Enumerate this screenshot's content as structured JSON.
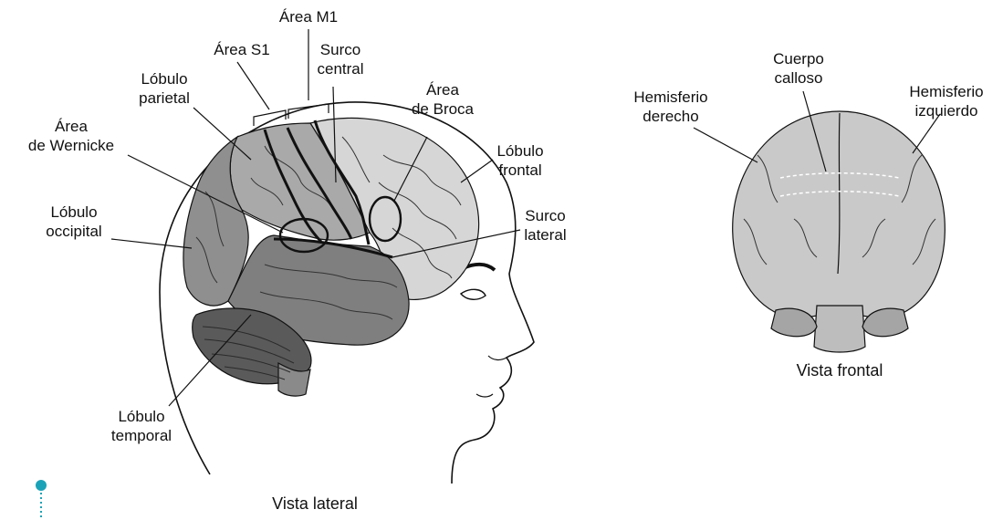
{
  "colors": {
    "frontal": "#d6d6d6",
    "parietal": "#a9a9a9",
    "occipital": "#8f8f8f",
    "temporal": "#7f7f7f",
    "cerebellum": "#5a5a5a",
    "outline": "#111111",
    "frontal_view": "#c9c9c9",
    "marker": "#1aa3b8"
  },
  "lateral_view": {
    "caption": "Vista lateral",
    "labels": {
      "area_m1": "Área M1",
      "area_s1": "Área S1",
      "surco_central": [
        "Surco",
        "central"
      ],
      "lobulo_parietal": [
        "Lóbulo",
        "parietal"
      ],
      "area_wernicke": [
        "Área",
        "de Wernicke"
      ],
      "area_broca": [
        "Área",
        "de Broca"
      ],
      "lobulo_frontal": [
        "Lóbulo",
        "frontal"
      ],
      "lobulo_occipital": [
        "Lóbulo",
        "occipital"
      ],
      "surco_lateral": [
        "Surco",
        "lateral"
      ],
      "lobulo_temporal": [
        "Lóbulo",
        "temporal"
      ]
    }
  },
  "frontal_view": {
    "caption": "Vista frontal",
    "labels": {
      "hemisferio_derecho": [
        "Hemisferio",
        "derecho"
      ],
      "cuerpo_calloso": [
        "Cuerpo",
        "calloso"
      ],
      "hemisferio_izquierdo": [
        "Hemisferio",
        "izquierdo"
      ]
    }
  }
}
